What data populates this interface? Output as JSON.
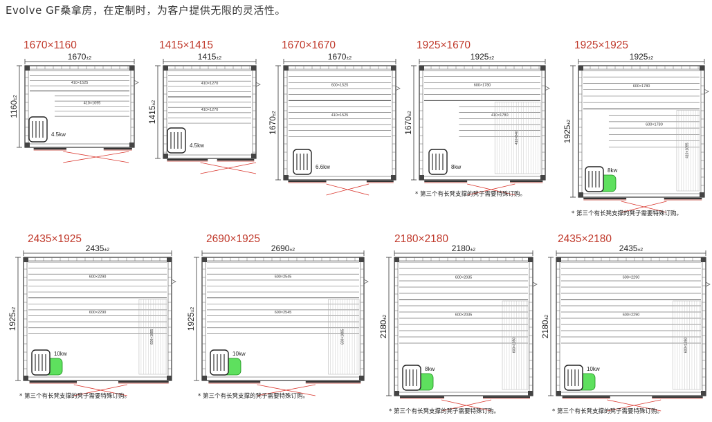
{
  "intro": "Evolve GF桑拿房，在定制时，为客户提供无限的灵活性。",
  "note_text": "* 第三个有长凳支撑的凳子需要特殊订购。",
  "plans": [
    {
      "title": "1670×1160",
      "width_label": "1670",
      "height_label": "1160",
      "tol": "±2",
      "benches": [
        "410×1525",
        "410×1095"
      ],
      "heater": "4.5kw",
      "heater_color": "gray",
      "extra_bench": "",
      "has_note": false
    },
    {
      "title": "1415×1415",
      "width_label": "1415",
      "height_label": "1415",
      "tol": "±2",
      "benches": [
        "410×1270",
        "410×1270"
      ],
      "heater": "4.5kw",
      "heater_color": "gray",
      "extra_bench": "",
      "has_note": false
    },
    {
      "title": "1670×1670",
      "width_label": "1670",
      "height_label": "1670",
      "tol": "±2",
      "benches": [
        "600×1525",
        "410×1525"
      ],
      "heater": "6.6kw",
      "heater_color": "gray",
      "extra_bench": "",
      "has_note": false
    },
    {
      "title": "1925×1670",
      "width_label": "1925",
      "height_label": "1670",
      "tol": "±2",
      "benches": [
        "600×1780",
        "410×1780"
      ],
      "heater": "8kw",
      "heater_color": "gray",
      "extra_bench": "410×840",
      "has_note": true
    },
    {
      "title": "1925×1925",
      "width_label": "1925",
      "height_label": "1925",
      "tol": "±2",
      "benches": [
        "600×1780",
        "600×1780"
      ],
      "heater": "8kw",
      "heater_color": "green",
      "extra_bench": "410×1095",
      "has_note": true
    },
    {
      "title": "2435×1925",
      "width_label": "2435",
      "height_label": "1925",
      "tol": "±2",
      "benches": [
        "600×2290",
        "600×2290"
      ],
      "heater": "10kw",
      "heater_color": "green",
      "extra_bench": "600×1095",
      "has_note": true
    },
    {
      "title": "2690×1925",
      "width_label": "2690",
      "height_label": "1925",
      "tol": "±2",
      "benches": [
        "600×2545",
        "600×2545"
      ],
      "heater": "10kw",
      "heater_color": "green",
      "extra_bench": "600×1095",
      "has_note": true
    },
    {
      "title": "2180×2180",
      "width_label": "2180",
      "height_label": "2180",
      "tol": "±2",
      "benches": [
        "600×2035",
        "600×2035"
      ],
      "heater": "8kw",
      "heater_color": "green",
      "extra_bench": "600×1350",
      "has_note": true
    },
    {
      "title": "2435×2180",
      "width_label": "2435",
      "height_label": "2180",
      "tol": "±2",
      "benches": [
        "600×2290",
        "600×2290"
      ],
      "heater": "10kw",
      "heater_color": "green",
      "extra_bench": "600×1350",
      "has_note": true
    }
  ]
}
